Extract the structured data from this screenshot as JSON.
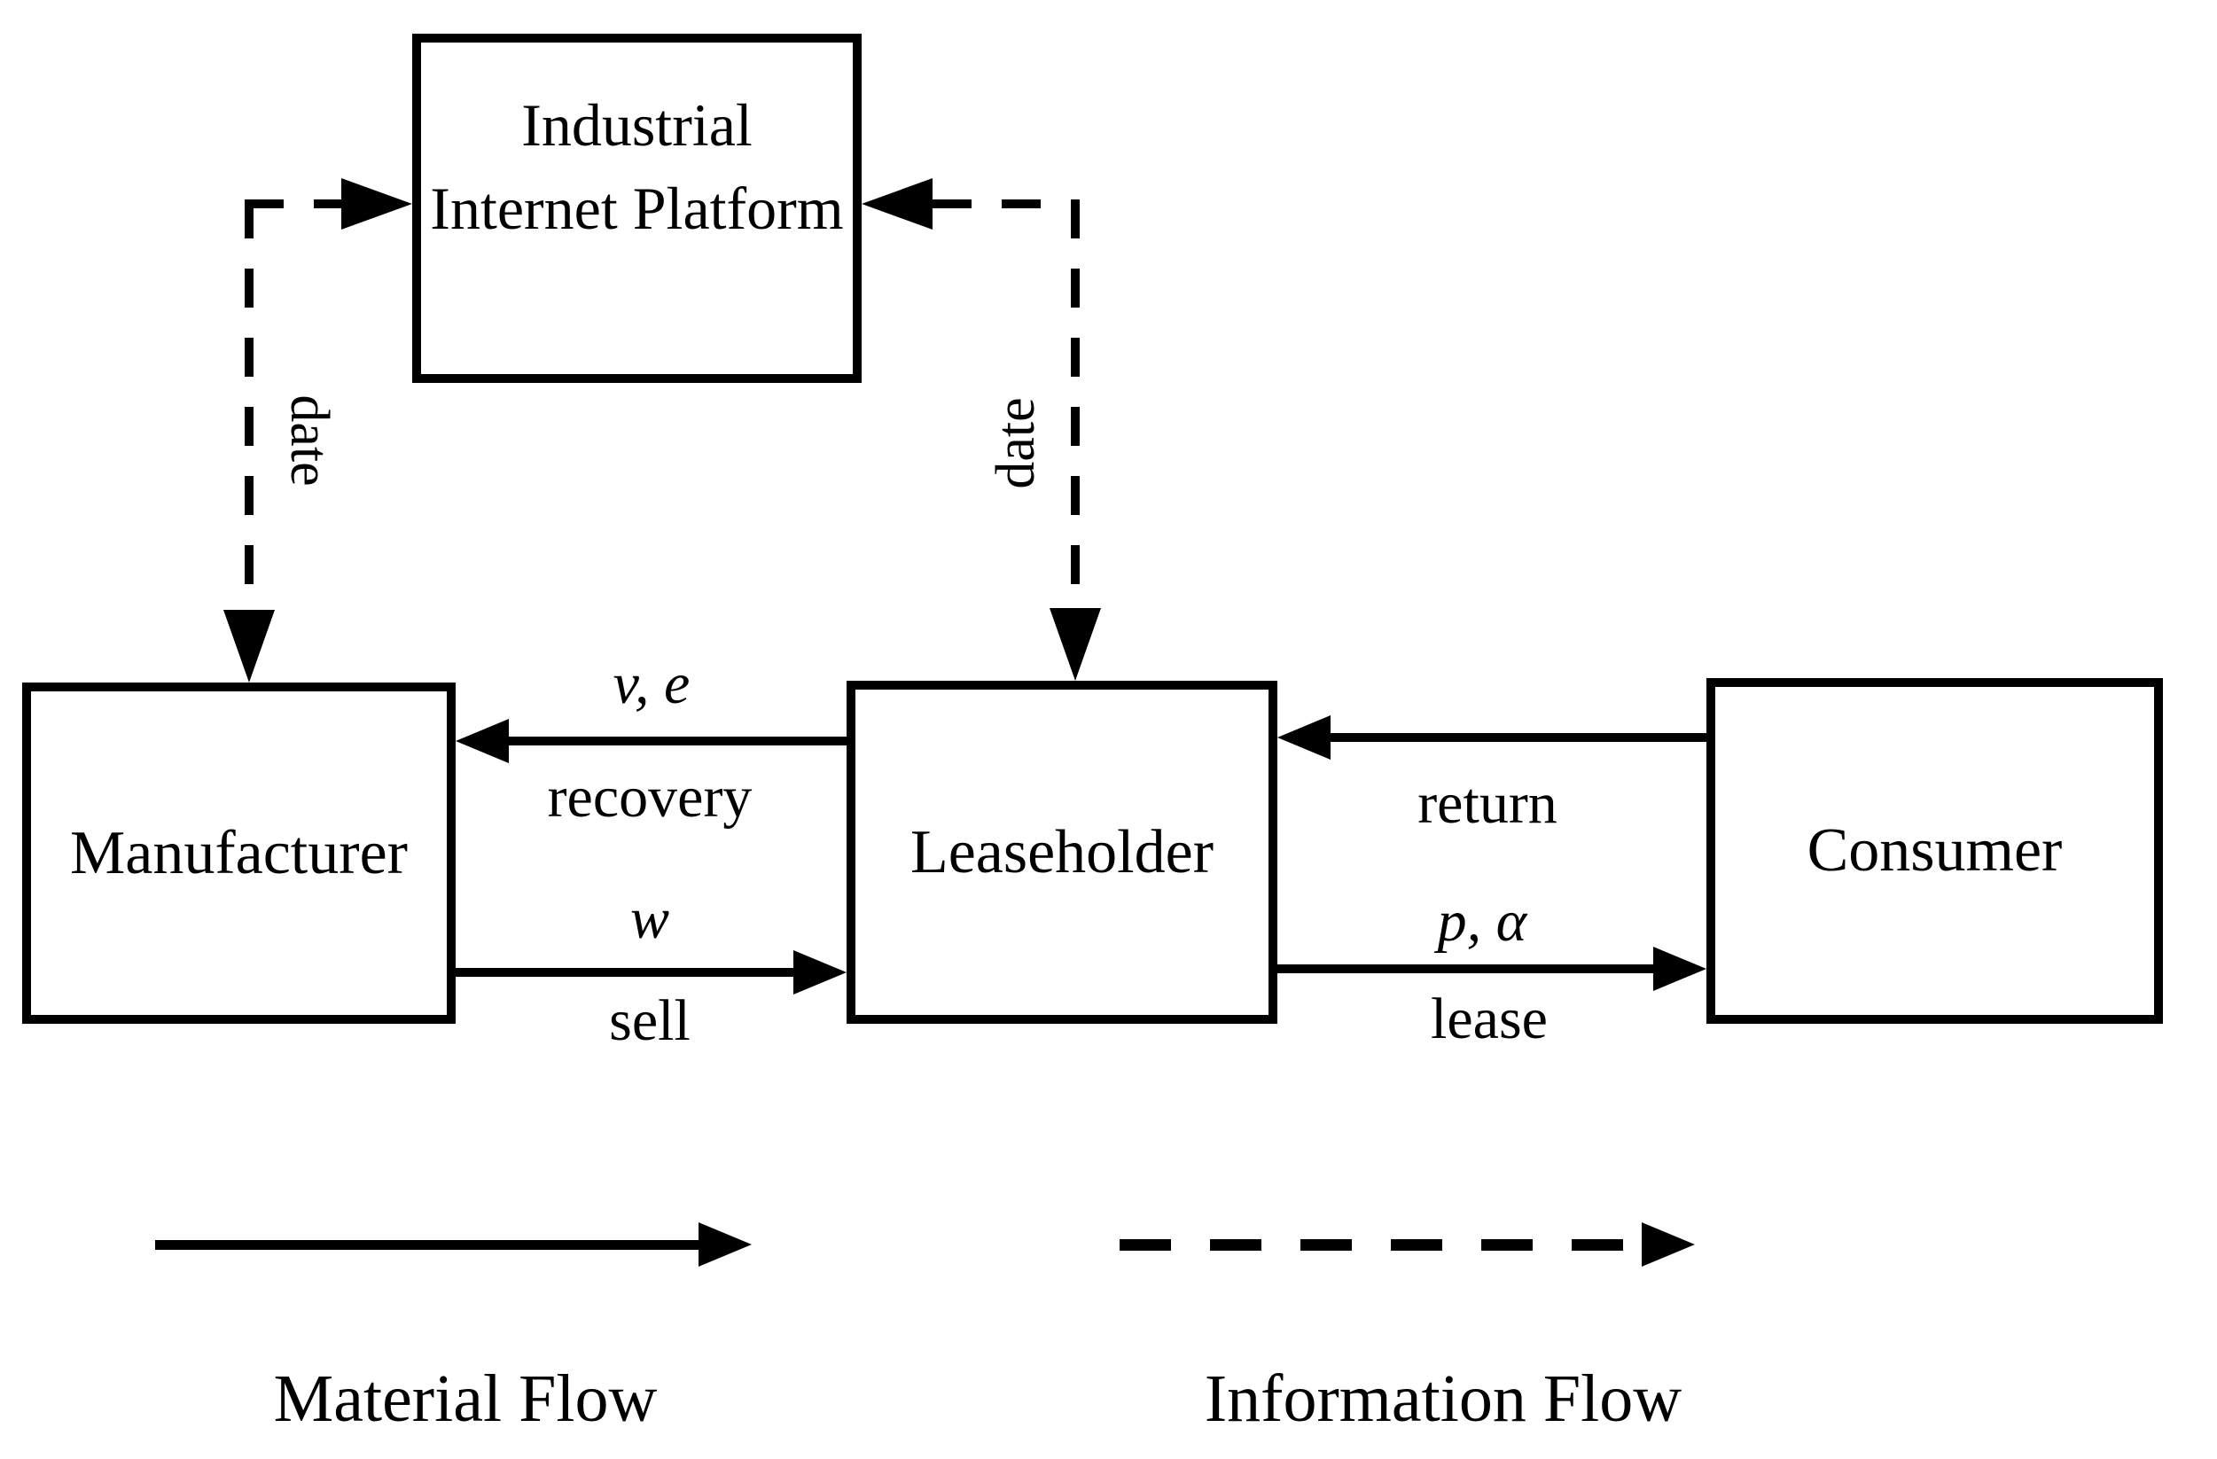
{
  "title": "Closed-loop supply chain structure diagram",
  "colors": {
    "ink": "#000000",
    "background": "#ffffff"
  },
  "nodes": {
    "platform": {
      "label": "Industrial Internet Platform"
    },
    "manufacturer": {
      "label": "Manufacturer"
    },
    "leaseholder": {
      "label": "Leaseholder"
    },
    "consumer": {
      "label": "Consumer"
    }
  },
  "edges": {
    "recovery": {
      "formula": "v, e",
      "label": "recovery",
      "style": "solid",
      "direction": "leaseholder-to-manufacturer"
    },
    "sell": {
      "formula": "w",
      "label": "sell",
      "style": "solid",
      "direction": "manufacturer-to-leaseholder"
    },
    "return": {
      "label": "return",
      "style": "solid",
      "direction": "consumer-to-leaseholder"
    },
    "lease": {
      "formula": "p, α",
      "label": "lease",
      "style": "solid",
      "direction": "leaseholder-to-consumer"
    },
    "manufacturer_platform": {
      "label": "date",
      "style": "dashed",
      "direction": "bidirectional"
    },
    "platform_leaseholder": {
      "label": "date",
      "style": "dashed",
      "direction": "bidirectional"
    }
  },
  "legend": {
    "material": {
      "label": "Material Flow",
      "style": "solid"
    },
    "information": {
      "label": "Information Flow",
      "style": "dashed"
    }
  }
}
